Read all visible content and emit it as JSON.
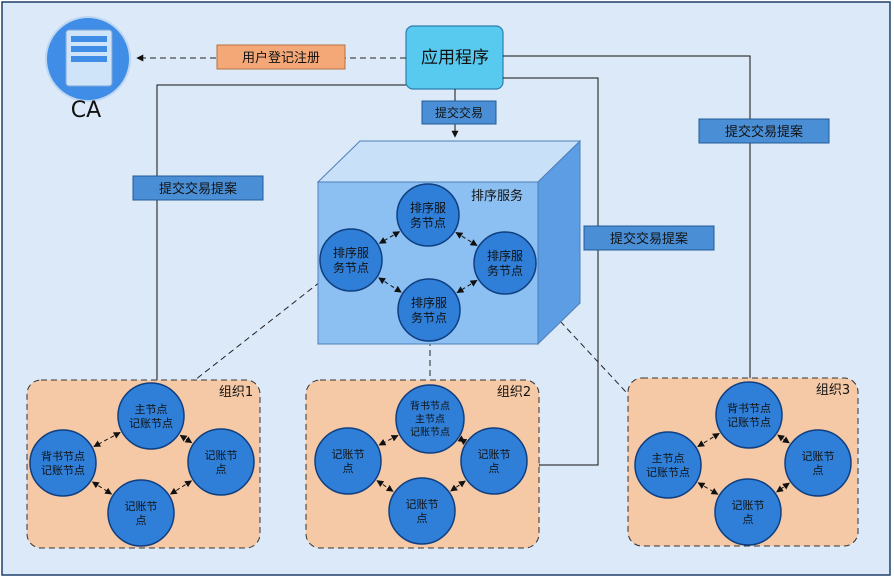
{
  "colors": {
    "background": "#dce9f8",
    "node_fill": "#2f7fd8",
    "node_stroke": "#0f3f80",
    "label_box": "#4a8fd6",
    "register_box": "#f4a878",
    "org_fill": "#f6c9a6",
    "cube_front": "#8cc0f2",
    "app_box": "#58c9ef"
  },
  "ca": {
    "label": "CA",
    "icon": "server-icon"
  },
  "app": {
    "label": "应用程序"
  },
  "edge_labels": {
    "register": "用户登记注册",
    "submit_tx": "提交交易",
    "proposal_left": "提交交易提案",
    "proposal_mid": "提交交易提案",
    "proposal_right": "提交交易提案"
  },
  "orderer": {
    "title": "排序服务",
    "nodes": [
      {
        "line1": "排序服",
        "line2": "务节点"
      },
      {
        "line1": "排序服",
        "line2": "务节点"
      },
      {
        "line1": "排序服",
        "line2": "务节点"
      },
      {
        "line1": "排序服",
        "line2": "务节点"
      }
    ]
  },
  "orgs": [
    {
      "title": "组织1",
      "nodes": [
        {
          "line1": "主节点",
          "line2": "记账节点"
        },
        {
          "line1": "背书节点",
          "line2": "记账节点"
        },
        {
          "line1": "记账节",
          "line2": "点"
        },
        {
          "line1": "记账节",
          "line2": "点"
        }
      ]
    },
    {
      "title": "组织2",
      "nodes": [
        {
          "line1": "背书节点",
          "line2": "主节点",
          "line3": "记账节点"
        },
        {
          "line1": "记账节",
          "line2": "点"
        },
        {
          "line1": "记账节",
          "line2": "点"
        },
        {
          "line1": "记账节",
          "line2": "点"
        }
      ]
    },
    {
      "title": "组织3",
      "nodes": [
        {
          "line1": "背书节点",
          "line2": "记账节点"
        },
        {
          "line1": "主节点",
          "line2": "记账节点"
        },
        {
          "line1": "记账节",
          "line2": "点"
        },
        {
          "line1": "记账节",
          "line2": "点"
        }
      ]
    }
  ]
}
